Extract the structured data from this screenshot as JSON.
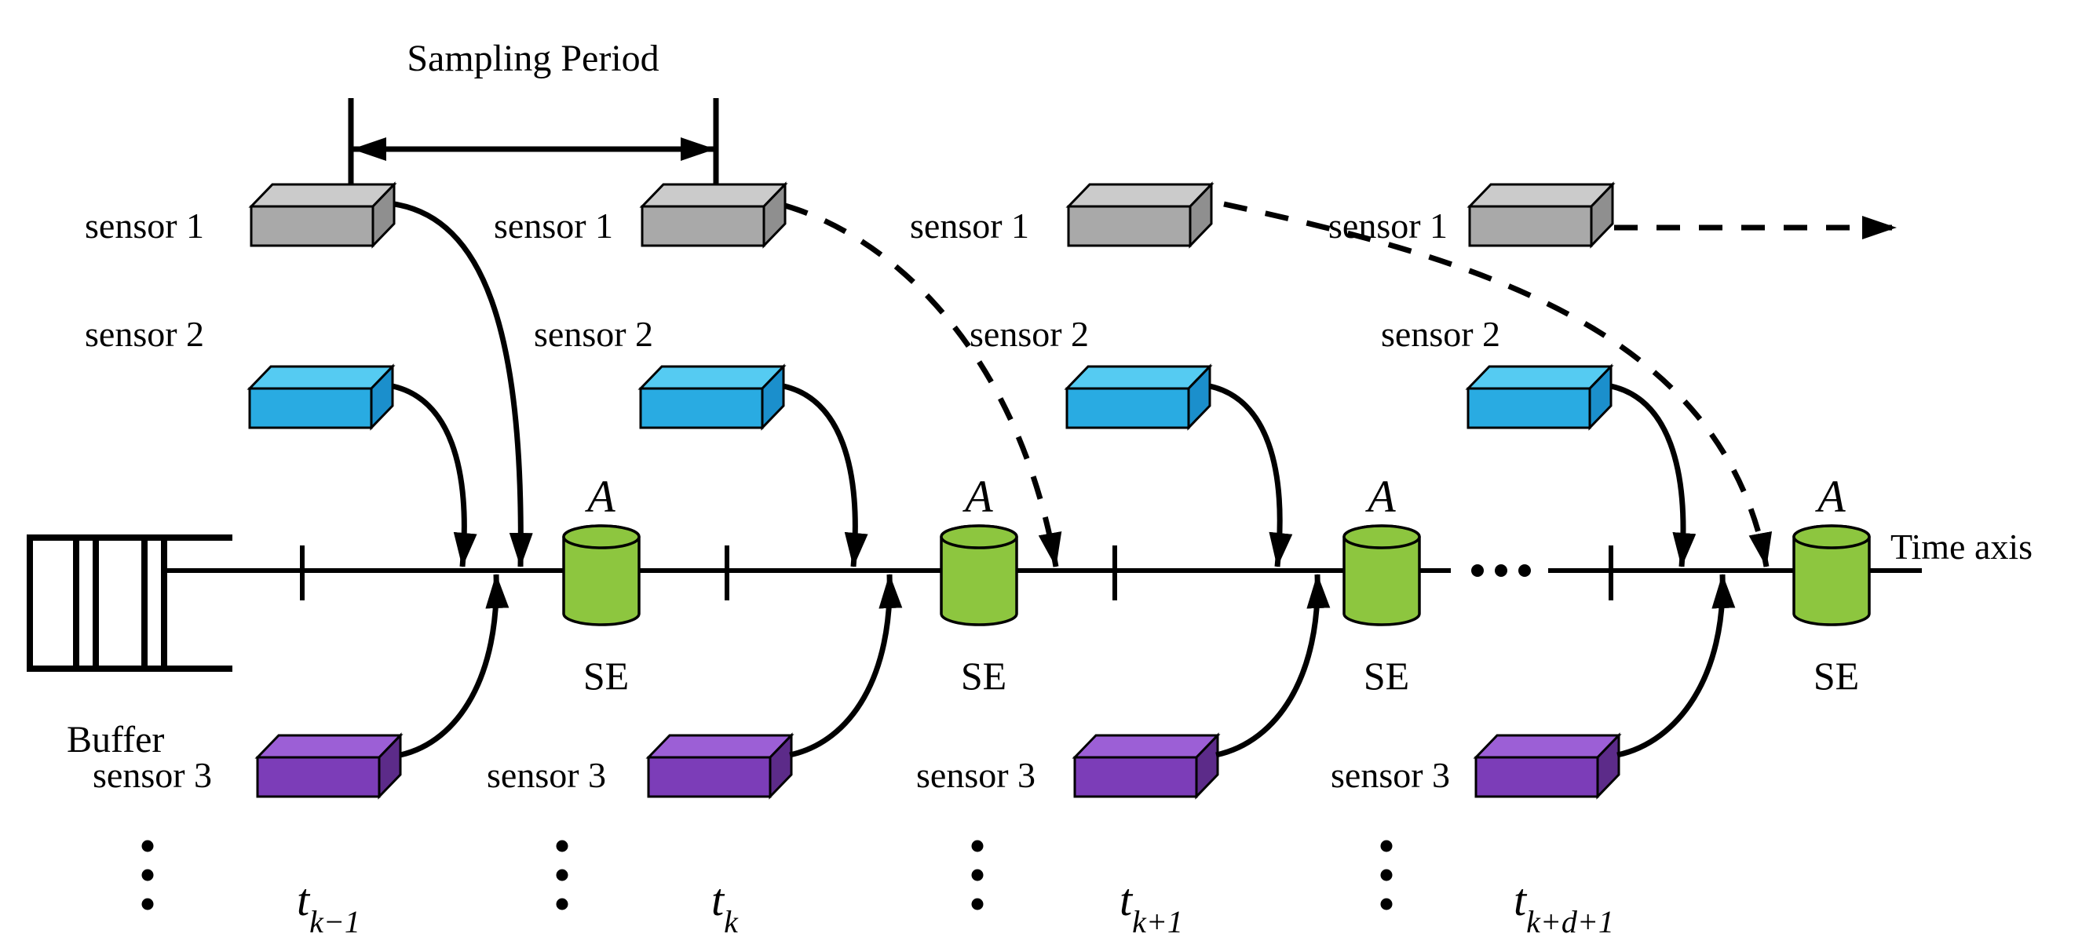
{
  "diagram": {
    "sampling_period_label": "Sampling Period",
    "buffer_label": "Buffer",
    "time_axis_label": "Time axis",
    "cylinder": {
      "top_label": "A",
      "bottom_label": "SE"
    },
    "groups": [
      {
        "sensor1": "sensor 1",
        "sensor2": "sensor 2",
        "sensor3": "sensor 3",
        "time_base": "t",
        "time_sub": "k−1"
      },
      {
        "sensor1": "sensor 1",
        "sensor2": "sensor 2",
        "sensor3": "sensor 3",
        "time_base": "t",
        "time_sub": "k"
      },
      {
        "sensor1": "sensor 1",
        "sensor2": "sensor 2",
        "sensor3": "sensor 3",
        "time_base": "t",
        "time_sub": "k+1"
      },
      {
        "sensor1": "sensor 1",
        "sensor2": "sensor 2",
        "sensor3": "sensor 3",
        "time_base": "t",
        "time_sub": "k+d+1"
      }
    ],
    "colors": {
      "gray_top": "#CBCBCB",
      "gray_front": "#A9A9A9",
      "gray_side": "#8F8F8F",
      "blue_top": "#55CBF2",
      "blue_front": "#29ABE2",
      "blue_side": "#1B8FCC",
      "purple_top": "#9C5FD6",
      "purple_front": "#7C3DB8",
      "purple_side": "#5C2B89",
      "green_cylinder": "#8DC63F",
      "line_black": "#000000"
    }
  }
}
